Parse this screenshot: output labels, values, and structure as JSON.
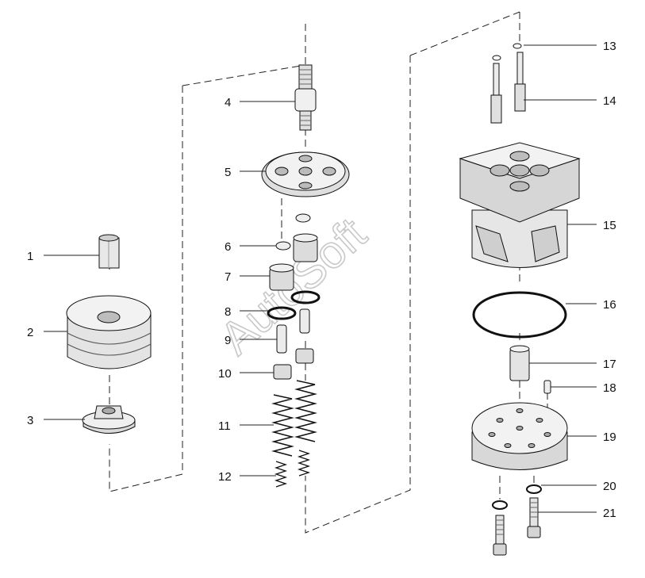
{
  "watermark": "AutoSoft",
  "callouts": [
    "1",
    "2",
    "3",
    "4",
    "5",
    "6",
    "7",
    "8",
    "9",
    "10",
    "11",
    "12",
    "13",
    "14",
    "15",
    "16",
    "17",
    "18",
    "19",
    "20",
    "21"
  ],
  "colors": {
    "ink": "#111111",
    "shade": "#9a9a9a",
    "light": "#d6d6d6",
    "watermark": "#c8c8c8"
  }
}
